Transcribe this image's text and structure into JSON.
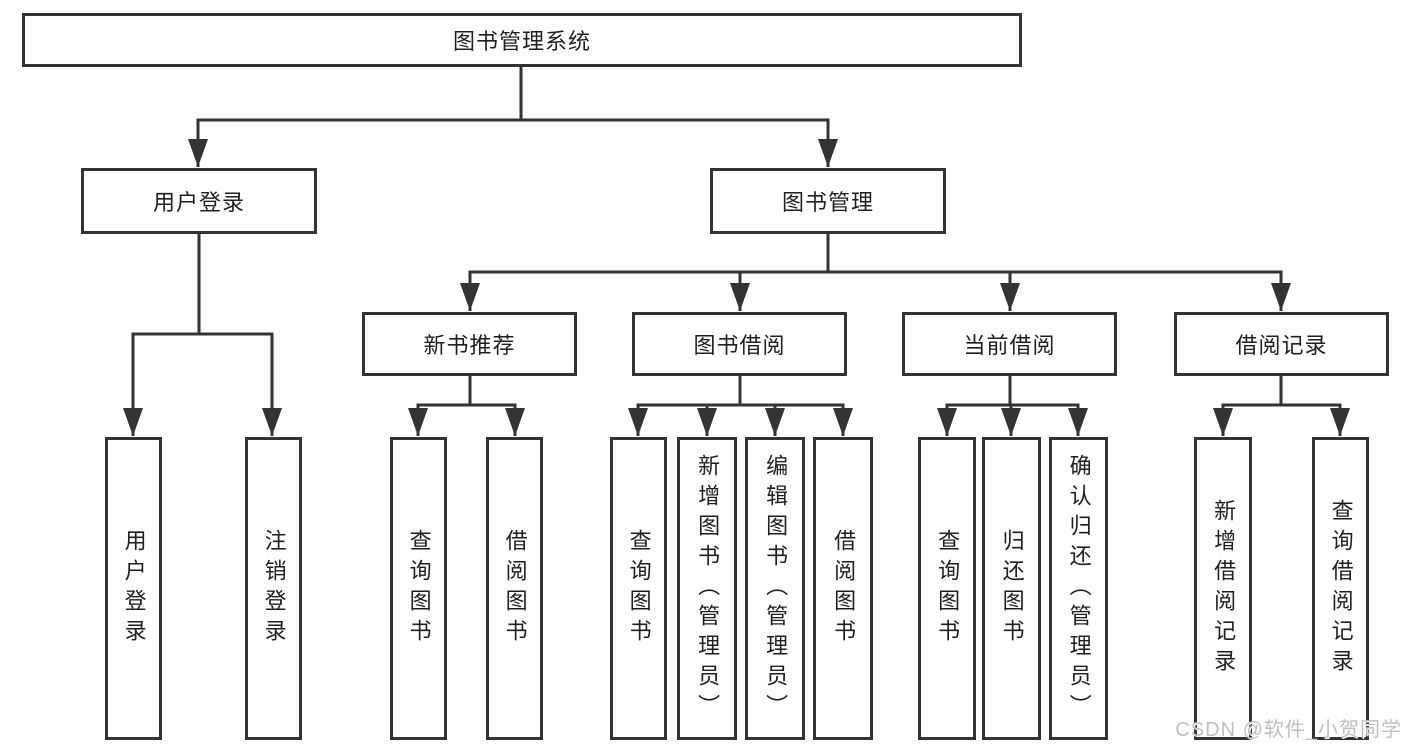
{
  "diagram_title": "图书管理系统",
  "tree": {
    "label": "图书管理系统",
    "children": [
      {
        "label": "用户登录",
        "children": [
          {
            "label": "用户登录"
          },
          {
            "label": "注销登录"
          }
        ]
      },
      {
        "label": "图书管理",
        "children": [
          {
            "label": "新书推荐",
            "children": [
              {
                "label": "查询图书"
              },
              {
                "label": "借阅图书"
              }
            ]
          },
          {
            "label": "图书借阅",
            "children": [
              {
                "label": "查询图书"
              },
              {
                "label": "新增图书（管理员）"
              },
              {
                "label": "编辑图书（管理员）"
              },
              {
                "label": "借阅图书"
              }
            ]
          },
          {
            "label": "当前借阅",
            "children": [
              {
                "label": "查询图书"
              },
              {
                "label": "归还图书"
              },
              {
                "label": "确认归还（管理员）"
              }
            ]
          },
          {
            "label": "借阅记录",
            "children": [
              {
                "label": "新增借阅记录"
              },
              {
                "label": "查询借阅记录"
              }
            ]
          }
        ]
      }
    ]
  },
  "watermark": "CSDN @软件_小贺同学",
  "colors": {
    "line": "#333333",
    "box_border": "#333333",
    "text": "#1f1f1f",
    "watermark": "#bfbfbf",
    "background": "#ffffff"
  }
}
